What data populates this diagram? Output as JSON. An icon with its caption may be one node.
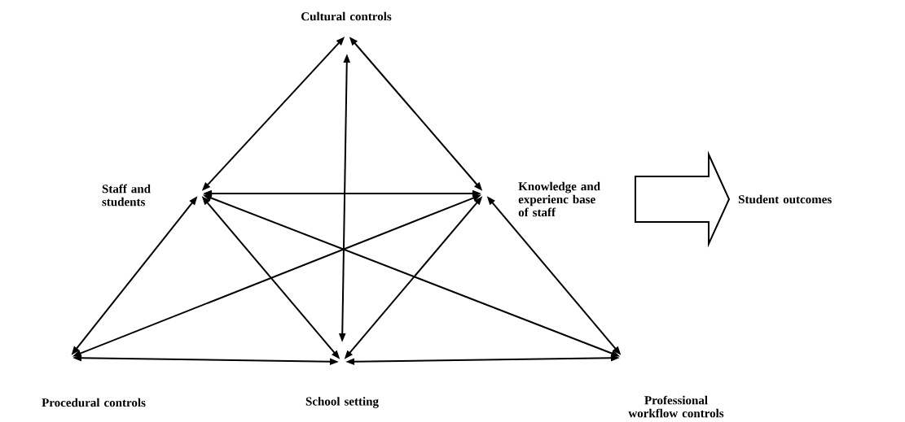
{
  "diagram": {
    "nodes": [
      {
        "text": [
          "Cultural controls"
        ]
      },
      {
        "text": [
          "Staff and students"
        ]
      },
      {
        "text": [
          "Knowledge and experienc base of staff"
        ]
      },
      {
        "text": [
          "Student outcomes"
        ]
      },
      {
        "text": [
          "Procedural controls"
        ]
      },
      {
        "text": [
          "School setting"
        ]
      },
      {
        "text": [
          "Professional workflow controls"
        ]
      }
    ],
    "edges": [
      {
        "from": 0,
        "to": 1,
        "arrow": "both"
      },
      {
        "from": 0,
        "to": 2,
        "arrow": "both"
      },
      {
        "from": 0,
        "to": 5,
        "arrow": "both"
      },
      {
        "from": 1,
        "to": 2,
        "arrow": "both"
      },
      {
        "from": 1,
        "to": 4,
        "arrow": "both"
      },
      {
        "from": 1,
        "to": 5,
        "arrow": "both"
      },
      {
        "from": 1,
        "to": 6,
        "arrow": "both"
      },
      {
        "from": 2,
        "to": 4,
        "arrow": "both"
      },
      {
        "from": 2,
        "to": 5,
        "arrow": "both"
      },
      {
        "from": 2,
        "to": 6,
        "arrow": "both"
      },
      {
        "from": 4,
        "to": 5,
        "arrow": "both"
      },
      {
        "from": 5,
        "to": 6,
        "arrow": "both"
      },
      {
        "from": 2,
        "to": 3,
        "arrow": "to",
        "style": "thick"
      }
    ]
  }
}
